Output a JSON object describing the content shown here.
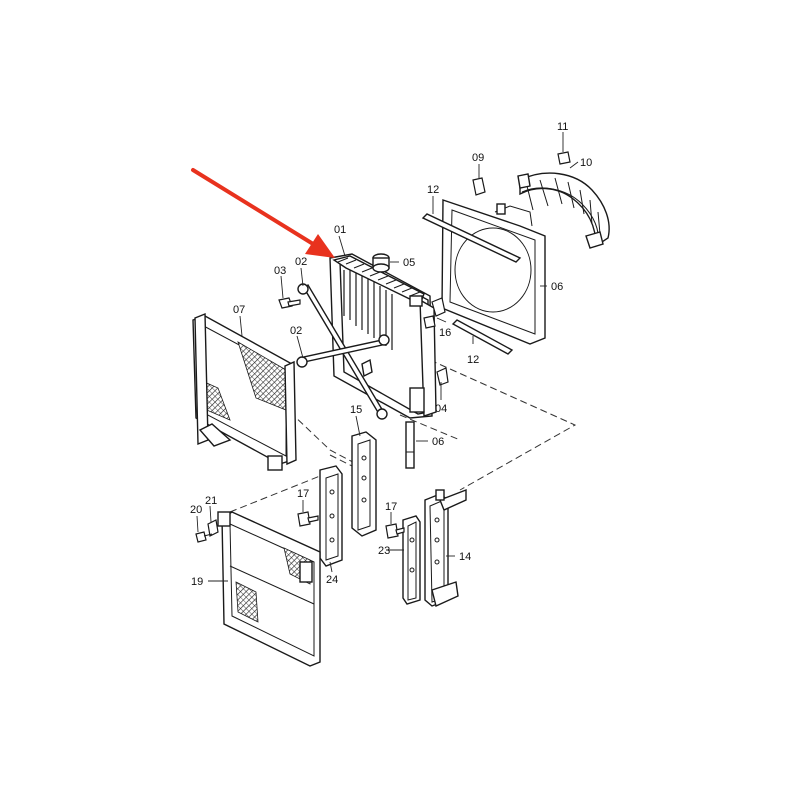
{
  "colors": {
    "arrow": "#e8321e",
    "line": "#1a1a1a",
    "background": "#ffffff"
  },
  "callouts": [
    {
      "id": "01",
      "label": "01"
    },
    {
      "id": "02a",
      "label": "02"
    },
    {
      "id": "02b",
      "label": "02"
    },
    {
      "id": "03",
      "label": "03"
    },
    {
      "id": "04",
      "label": "04"
    },
    {
      "id": "05",
      "label": "05"
    },
    {
      "id": "06a",
      "label": "06"
    },
    {
      "id": "06b",
      "label": "06"
    },
    {
      "id": "07",
      "label": "07"
    },
    {
      "id": "09",
      "label": "09"
    },
    {
      "id": "10",
      "label": "10"
    },
    {
      "id": "11",
      "label": "11"
    },
    {
      "id": "12a",
      "label": "12"
    },
    {
      "id": "12b",
      "label": "12"
    },
    {
      "id": "14",
      "label": "14"
    },
    {
      "id": "15",
      "label": "15"
    },
    {
      "id": "16",
      "label": "16"
    },
    {
      "id": "17a",
      "label": "17"
    },
    {
      "id": "17b",
      "label": "17"
    },
    {
      "id": "19",
      "label": "19"
    },
    {
      "id": "20",
      "label": "20"
    },
    {
      "id": "21",
      "label": "21"
    },
    {
      "id": "23",
      "label": "23"
    },
    {
      "id": "24",
      "label": "24"
    }
  ]
}
